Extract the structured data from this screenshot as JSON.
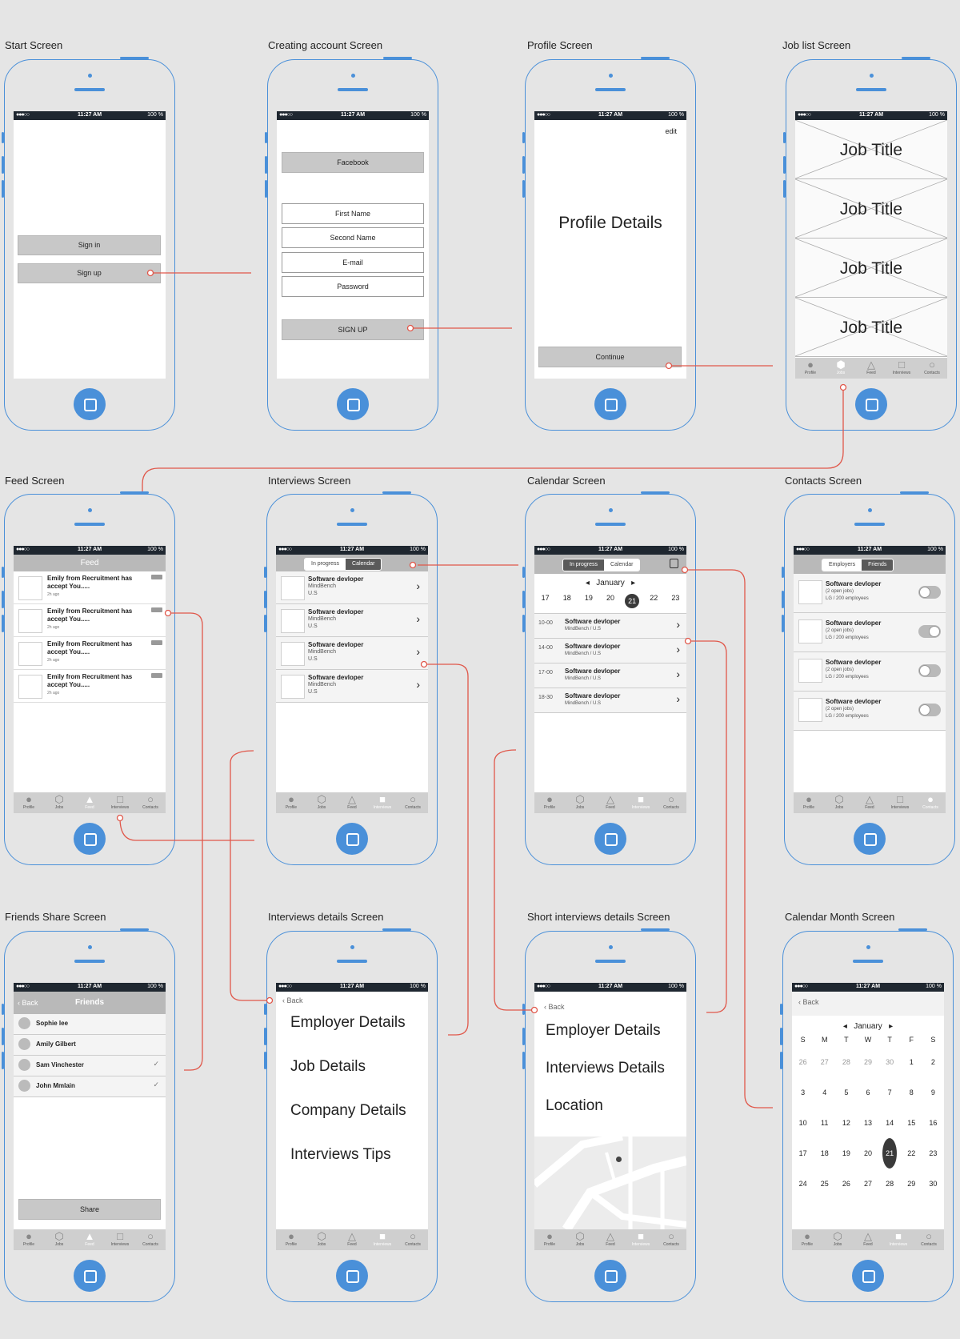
{
  "screens": {
    "start": {
      "title": "Start Screen",
      "sign_in": "Sign in",
      "sign_up": "Sign up"
    },
    "create": {
      "title": "Creating account Screen",
      "facebook": "Facebook",
      "first_name": "First Name",
      "second_name": "Second Name",
      "email": "E-mail",
      "password": "Password",
      "signup": "SIGN UP"
    },
    "profile": {
      "title": "Profile Screen",
      "edit": "edit",
      "details": "Profile Details",
      "continue": "Continue"
    },
    "joblist": {
      "title": "Job list Screen",
      "job_titles": [
        "Job Title",
        "Job Title",
        "Job Title",
        "Job Title"
      ]
    },
    "feed": {
      "title": "Feed Screen",
      "header": "Feed",
      "item_text": "Emily from Recruitment has accept You.....",
      "item_time": "2h ago"
    },
    "interviews": {
      "title": "Interviews Screen",
      "tab_progress": "In progress",
      "tab_calendar": "Calendar",
      "job": "Software devloper",
      "company": "MindBench",
      "country": "U.S"
    },
    "calendar": {
      "title": "Calendar Screen",
      "tab_progress": "In progress",
      "tab_calendar": "Calendar",
      "month": "January",
      "days": [
        "17",
        "18",
        "19",
        "20",
        "21",
        "22",
        "23"
      ],
      "selected": "21",
      "slots": [
        {
          "time": "10-00",
          "job": "Software devloper",
          "place": "MindBench / U.S"
        },
        {
          "time": "14-00",
          "job": "Software devloper",
          "place": "MindBench / U.S"
        },
        {
          "time": "17-00",
          "job": "Software devloper",
          "place": "MindBench / U.S"
        },
        {
          "time": "18-30",
          "job": "Software devloper",
          "place": "MindBench / U.S"
        }
      ]
    },
    "contacts": {
      "title": "Contacts Screen",
      "tab_employers": "Employers",
      "tab_friends": "Friends",
      "job": "Software devloper",
      "open_jobs": "(2 open jobs)",
      "size": "LG / 200 employees"
    },
    "friends": {
      "title": "Friends Share Screen",
      "back": "Back",
      "header": "Friends",
      "names": [
        "Sophie lee",
        "Amily Gilbert",
        "Sam Vinchester",
        "John Mmlain"
      ],
      "share": "Share"
    },
    "interview_details": {
      "title": "Interviews details Screen",
      "back": "Back",
      "items": [
        "Employer Details",
        "Job Details",
        "Company Details",
        "Interviews Tips"
      ]
    },
    "short_details": {
      "title": "Short interviews details Screen",
      "back": "Back",
      "items": [
        "Employer Details",
        "Interviews Details",
        "Location"
      ]
    },
    "calendar_month": {
      "title": "Calendar Month Screen",
      "back": "Back",
      "month": "January",
      "weekdays": [
        "S",
        "M",
        "T",
        "W",
        "T",
        "F",
        "S"
      ],
      "weeks": [
        [
          "26",
          "27",
          "28",
          "29",
          "30",
          "1",
          "2"
        ],
        [
          "3",
          "4",
          "5",
          "6",
          "7",
          "8",
          "9"
        ],
        [
          "10",
          "11",
          "12",
          "13",
          "14",
          "15",
          "16"
        ],
        [
          "17",
          "18",
          "19",
          "20",
          "21",
          "22",
          "23"
        ],
        [
          "24",
          "25",
          "26",
          "27",
          "28",
          "29",
          "30"
        ]
      ],
      "selected": "21"
    }
  },
  "status_bar": {
    "time": "11:27 AM",
    "battery": "100 %",
    "signal": "●●●○○"
  },
  "tabbar": [
    "Profile",
    "Jobs",
    "Feed",
    "Interviews",
    "Contacts"
  ],
  "colors": {
    "accent": "#4a90d9",
    "connector": "#e0574a",
    "background": "#e5e5e5"
  }
}
